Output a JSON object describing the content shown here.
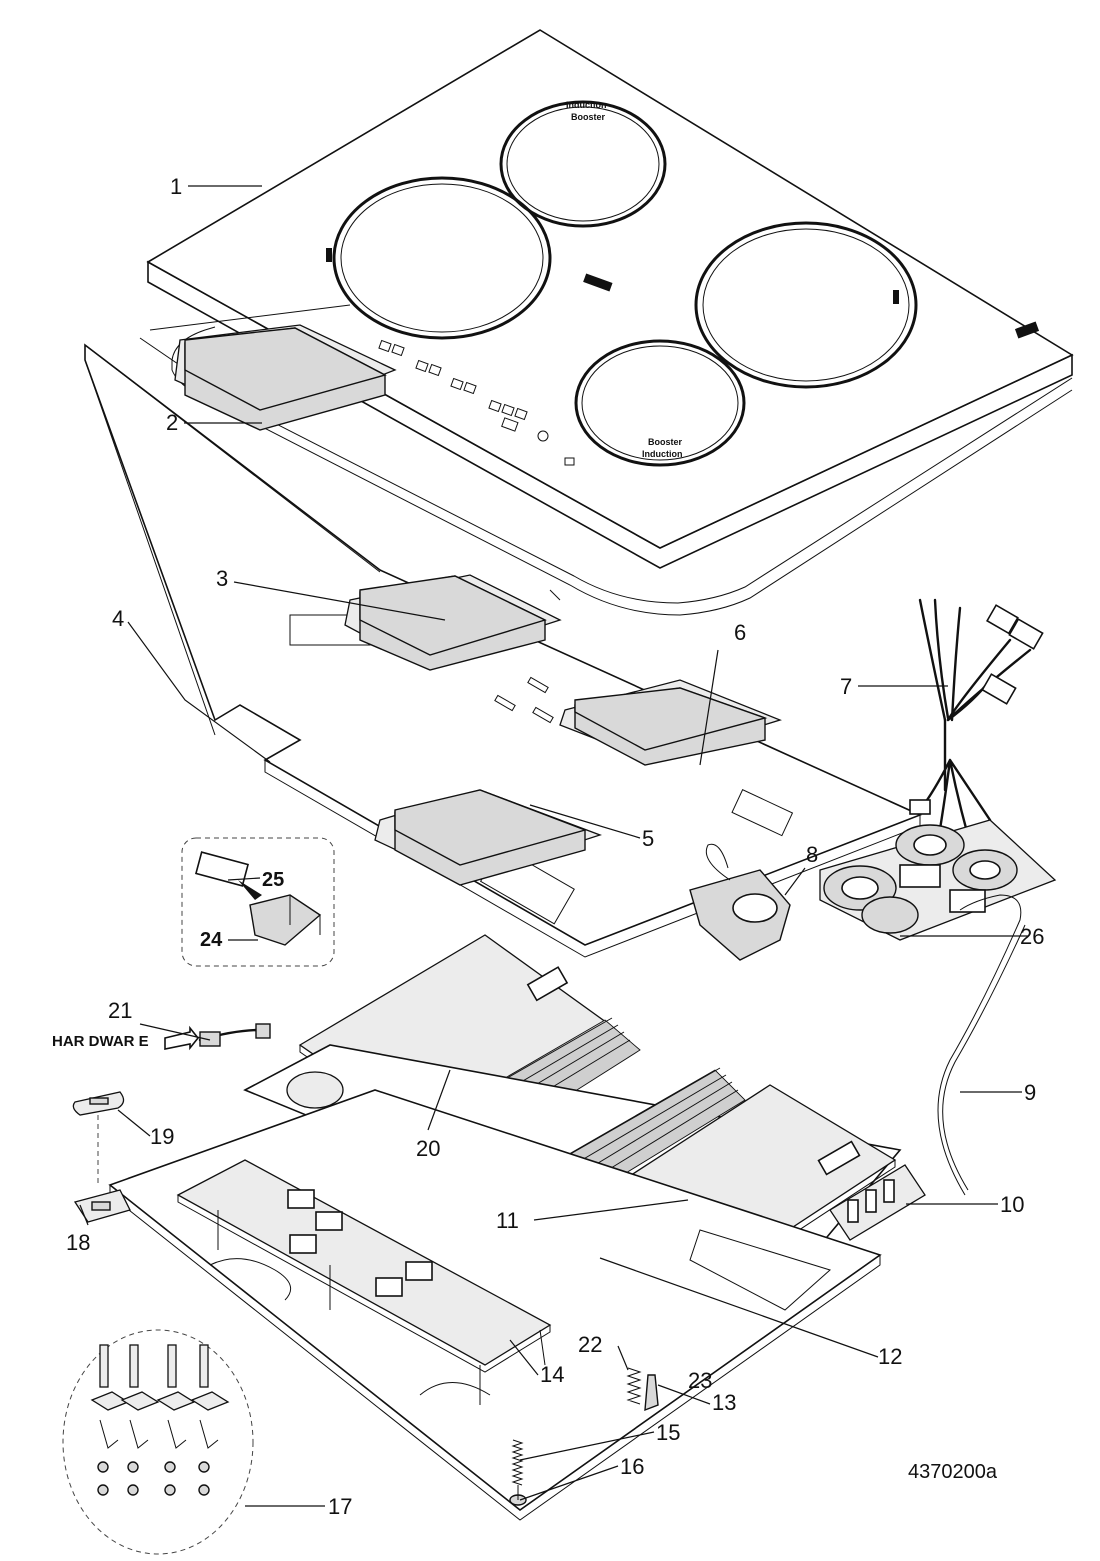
{
  "drawing_code": "4370200a",
  "hardware_label": "HAR DWAR E",
  "cooktop_labels": {
    "back_zone_top": "Induction",
    "back_zone_bottom": "Booster",
    "front_zone_top": "Booster",
    "front_zone_bottom": "Induction"
  },
  "callouts": {
    "c1": "1",
    "c2": "2",
    "c3": "3",
    "c4": "4",
    "c5": "5",
    "c6": "6",
    "c7": "7",
    "c8": "8",
    "c9": "9",
    "c10": "10",
    "c11": "11",
    "c12": "12",
    "c13": "13",
    "c14": "14",
    "c15": "15",
    "c16": "16",
    "c17": "17",
    "c18": "18",
    "c19": "19",
    "c20": "20",
    "c21": "21",
    "c22": "22",
    "c23": "23",
    "c24": "24",
    "c25": "25",
    "c26": "26"
  }
}
